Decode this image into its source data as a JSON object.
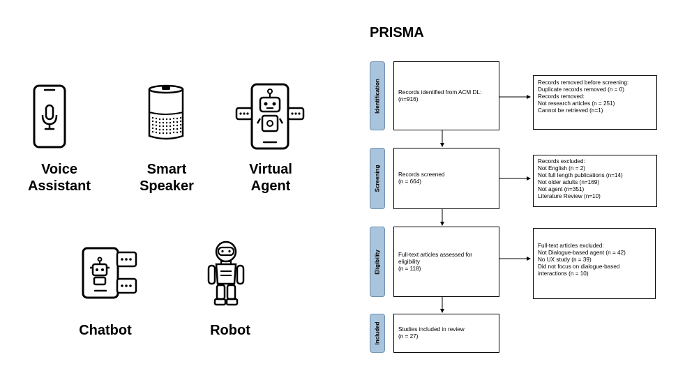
{
  "agents": [
    {
      "id": "voice-assistant",
      "line1": "Voice",
      "line2": "Assistant",
      "icon": "smartphone-microphone-icon"
    },
    {
      "id": "smart-speaker",
      "line1": "Smart",
      "line2": "Speaker",
      "icon": "smart-speaker-icon"
    },
    {
      "id": "virtual-agent",
      "line1": "Virtual",
      "line2": "Agent",
      "icon": "phone-robot-chat-icon"
    },
    {
      "id": "chatbot",
      "line1": "Chatbot",
      "line2": "",
      "icon": "chatbot-tablet-icon"
    },
    {
      "id": "robot",
      "line1": "Robot",
      "line2": "",
      "icon": "humanoid-robot-icon"
    }
  ],
  "prisma": {
    "title": "PRISMA",
    "stages": [
      "Identification",
      "Screening",
      "Eligibility",
      "Included"
    ],
    "identification": {
      "main": [
        "Records identified from ACM DL:",
        "(n=916)"
      ],
      "side": [
        "Records removed before screening:",
        "Duplicate records removed  (n = 0)",
        "Records removed:",
        "Not research articles  (n = 251)",
        "Cannot be retrieved  (n=1)"
      ]
    },
    "screening": {
      "main": [
        "Records screened",
        "(n = 664)"
      ],
      "side": [
        "Records excluded:",
        "Not English (n = 2)",
        "Not full length publications (n=14)",
        "Not older adults (n=169)",
        "Not agent (n=351)",
        "Literature Review (n=10)"
      ]
    },
    "eligibility": {
      "main": [
        "Full-text articles assessed for",
        "eligibility",
        "(n = 118)"
      ],
      "side": [
        "Full-text articles excluded:",
        "Not Dialogue-based agent  (n = 42)",
        "No UX study  (n = 39)",
        "Did not focus on dialogue-based",
        "interactions  (n = 10)"
      ]
    },
    "included": {
      "main": [
        "Studies included in review",
        "(n = 27)"
      ]
    }
  },
  "colors": {
    "stage_fill": "#a9c4dd",
    "stage_border": "#6f8fae",
    "line": "#000000"
  }
}
